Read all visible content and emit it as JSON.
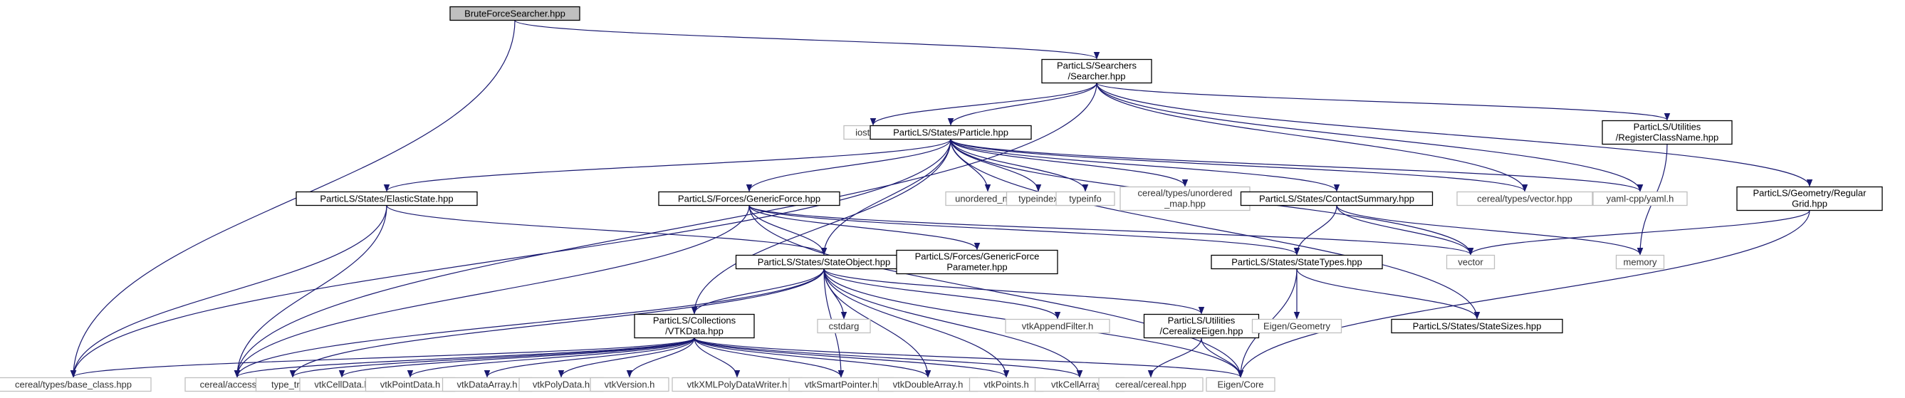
{
  "colors": {
    "edge": "#191970",
    "node_border_doc": "#000000",
    "node_border_ext": "#bfbfbf",
    "root_fill": "#bfbfbf",
    "node_fill": "#ffffff"
  },
  "nodes": [
    {
      "id": "root",
      "kind": "root",
      "lines": [
        "BruteForceSearcher.hpp"
      ]
    },
    {
      "id": "searcher",
      "kind": "doc",
      "lines": [
        "ParticLS/Searchers",
        "/Searcher.hpp"
      ]
    },
    {
      "id": "iostream",
      "kind": "ext",
      "lines": [
        "iostream"
      ]
    },
    {
      "id": "particle",
      "kind": "doc",
      "lines": [
        "ParticLS/States/Particle.hpp"
      ]
    },
    {
      "id": "regclass",
      "kind": "doc",
      "lines": [
        "ParticLS/Utilities",
        "/RegisterClassName.hpp"
      ]
    },
    {
      "id": "reggrid",
      "kind": "doc",
      "lines": [
        "ParticLS/Geometry/Regular",
        "Grid.hpp"
      ]
    },
    {
      "id": "elastic",
      "kind": "doc",
      "lines": [
        "ParticLS/States/ElasticState.hpp"
      ]
    },
    {
      "id": "genforce",
      "kind": "doc",
      "lines": [
        "ParticLS/Forces/GenericForce.hpp"
      ]
    },
    {
      "id": "unordered_map",
      "kind": "ext",
      "lines": [
        "unordered_map"
      ]
    },
    {
      "id": "typeindex",
      "kind": "ext",
      "lines": [
        "typeindex"
      ]
    },
    {
      "id": "typeinfo",
      "kind": "ext",
      "lines": [
        "typeinfo"
      ]
    },
    {
      "id": "cereal_umap",
      "kind": "ext",
      "lines": [
        "cereal/types/unordered",
        "_map.hpp"
      ]
    },
    {
      "id": "contact",
      "kind": "doc",
      "lines": [
        "ParticLS/States/ContactSummary.hpp"
      ]
    },
    {
      "id": "cereal_vector",
      "kind": "ext",
      "lines": [
        "cereal/types/vector.hpp"
      ]
    },
    {
      "id": "yaml",
      "kind": "ext",
      "lines": [
        "yaml-cpp/yaml.h"
      ]
    },
    {
      "id": "stateobject",
      "kind": "doc",
      "lines": [
        "ParticLS/States/StateObject.hpp"
      ]
    },
    {
      "id": "gfparam",
      "kind": "doc",
      "lines": [
        "ParticLS/Forces/GenericForce",
        "Parameter.hpp"
      ]
    },
    {
      "id": "statetypes",
      "kind": "doc",
      "lines": [
        "ParticLS/States/StateTypes.hpp"
      ]
    },
    {
      "id": "vector",
      "kind": "ext",
      "lines": [
        "vector"
      ]
    },
    {
      "id": "memory",
      "kind": "ext",
      "lines": [
        "memory"
      ]
    },
    {
      "id": "vtkdata",
      "kind": "doc",
      "lines": [
        "ParticLS/Collections",
        "/VTKData.hpp"
      ]
    },
    {
      "id": "cstdarg",
      "kind": "ext",
      "lines": [
        "cstdarg"
      ]
    },
    {
      "id": "vtkappend",
      "kind": "ext",
      "lines": [
        "vtkAppendFilter.h"
      ]
    },
    {
      "id": "cerealeigen",
      "kind": "doc",
      "lines": [
        "ParticLS/Utilities",
        "/CerealizeEigen.hpp"
      ]
    },
    {
      "id": "eigengeom",
      "kind": "ext",
      "lines": [
        "Eigen/Geometry"
      ]
    },
    {
      "id": "statesizes",
      "kind": "doc",
      "lines": [
        "ParticLS/States/StateSizes.hpp"
      ]
    },
    {
      "id": "baseclass",
      "kind": "ext",
      "lines": [
        "cereal/types/base_class.hpp"
      ]
    },
    {
      "id": "access",
      "kind": "ext",
      "lines": [
        "cereal/access.hpp"
      ]
    },
    {
      "id": "type_traits",
      "kind": "ext",
      "lines": [
        "type_traits"
      ]
    },
    {
      "id": "vtkcelldata",
      "kind": "ext",
      "lines": [
        "vtkCellData.h"
      ]
    },
    {
      "id": "vtkpointdata",
      "kind": "ext",
      "lines": [
        "vtkPointData.h"
      ]
    },
    {
      "id": "vtkdataarray",
      "kind": "ext",
      "lines": [
        "vtkDataArray.h"
      ]
    },
    {
      "id": "vtkpolydata",
      "kind": "ext",
      "lines": [
        "vtkPolyData.h"
      ]
    },
    {
      "id": "vtkversion",
      "kind": "ext",
      "lines": [
        "vtkVersion.h"
      ]
    },
    {
      "id": "vtkxml",
      "kind": "ext",
      "lines": [
        "vtkXMLPolyDataWriter.h"
      ]
    },
    {
      "id": "vtksmart",
      "kind": "ext",
      "lines": [
        "vtkSmartPointer.h"
      ]
    },
    {
      "id": "vtkdouble",
      "kind": "ext",
      "lines": [
        "vtkDoubleArray.h"
      ]
    },
    {
      "id": "vtkpoints",
      "kind": "ext",
      "lines": [
        "vtkPoints.h"
      ]
    },
    {
      "id": "vtkcellarray",
      "kind": "ext",
      "lines": [
        "vtkCellArray.h"
      ]
    },
    {
      "id": "cerealcereal",
      "kind": "ext",
      "lines": [
        "cereal/cereal.hpp"
      ]
    },
    {
      "id": "eigencore",
      "kind": "ext",
      "lines": [
        "Eigen/Core"
      ]
    }
  ],
  "edges": [
    [
      "root",
      "searcher"
    ],
    [
      "root",
      "baseclass"
    ],
    [
      "searcher",
      "iostream"
    ],
    [
      "searcher",
      "particle"
    ],
    [
      "searcher",
      "regclass"
    ],
    [
      "searcher",
      "reggrid"
    ],
    [
      "searcher",
      "cereal_vector"
    ],
    [
      "searcher",
      "yaml"
    ],
    [
      "searcher",
      "access"
    ],
    [
      "particle",
      "elastic"
    ],
    [
      "particle",
      "genforce"
    ],
    [
      "particle",
      "unordered_map"
    ],
    [
      "particle",
      "typeindex"
    ],
    [
      "particle",
      "typeinfo"
    ],
    [
      "particle",
      "cereal_umap"
    ],
    [
      "particle",
      "contact"
    ],
    [
      "particle",
      "cereal_vector"
    ],
    [
      "particle",
      "yaml"
    ],
    [
      "particle",
      "stateobject"
    ],
    [
      "particle",
      "vtkdata"
    ],
    [
      "particle",
      "statesizes"
    ],
    [
      "particle",
      "vector"
    ],
    [
      "particle",
      "baseclass"
    ],
    [
      "regclass",
      "memory"
    ],
    [
      "reggrid",
      "vector"
    ],
    [
      "reggrid",
      "eigencore"
    ],
    [
      "elastic",
      "stateobject"
    ],
    [
      "elastic",
      "baseclass"
    ],
    [
      "elastic",
      "access"
    ],
    [
      "genforce",
      "stateobject"
    ],
    [
      "genforce",
      "gfparam"
    ],
    [
      "genforce",
      "statetypes"
    ],
    [
      "genforce",
      "vector"
    ],
    [
      "genforce",
      "access"
    ],
    [
      "genforce",
      "eigencore"
    ],
    [
      "contact",
      "statetypes"
    ],
    [
      "contact",
      "vector"
    ],
    [
      "contact",
      "memory"
    ],
    [
      "stateobject",
      "vtkdata"
    ],
    [
      "stateobject",
      "cstdarg"
    ],
    [
      "stateobject",
      "vtkappend"
    ],
    [
      "stateobject",
      "cerealeigen"
    ],
    [
      "stateobject",
      "type_traits"
    ],
    [
      "stateobject",
      "vtksmart"
    ],
    [
      "stateobject",
      "vtkdouble"
    ],
    [
      "stateobject",
      "vtkpoints"
    ],
    [
      "stateobject",
      "vtkcellarray"
    ],
    [
      "stateobject",
      "eigencore"
    ],
    [
      "stateobject",
      "access"
    ],
    [
      "statetypes",
      "eigengeom"
    ],
    [
      "statetypes",
      "statesizes"
    ],
    [
      "statetypes",
      "eigencore"
    ],
    [
      "vtkdata",
      "baseclass"
    ],
    [
      "vtkdata",
      "access"
    ],
    [
      "vtkdata",
      "type_traits"
    ],
    [
      "vtkdata",
      "vtkcelldata"
    ],
    [
      "vtkdata",
      "vtkpointdata"
    ],
    [
      "vtkdata",
      "vtkdataarray"
    ],
    [
      "vtkdata",
      "vtkpolydata"
    ],
    [
      "vtkdata",
      "vtkversion"
    ],
    [
      "vtkdata",
      "vtkxml"
    ],
    [
      "vtkdata",
      "vtksmart"
    ],
    [
      "vtkdata",
      "vtkdouble"
    ],
    [
      "vtkdata",
      "vtkpoints"
    ],
    [
      "vtkdata",
      "vtkcellarray"
    ],
    [
      "vtkdata",
      "eigencore"
    ],
    [
      "cerealeigen",
      "cerealcereal"
    ],
    [
      "cerealeigen",
      "eigencore"
    ]
  ]
}
